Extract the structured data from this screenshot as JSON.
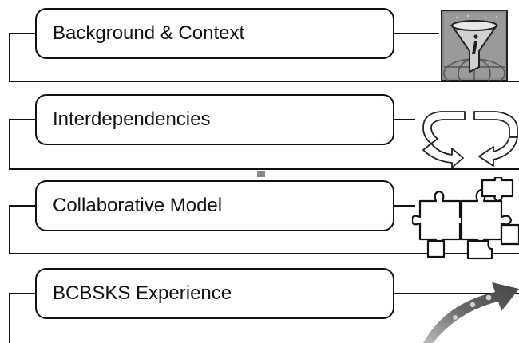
{
  "sections": [
    {
      "label": "Background & Context",
      "icon": "funnel-info-icon"
    },
    {
      "label": "Interdependencies",
      "icon": "cycle-arrows-icon"
    },
    {
      "label": "Collaborative Model",
      "icon": "puzzle-pieces-icon"
    },
    {
      "label": "BCBSKS Experience",
      "icon": "rising-arrow-icon"
    }
  ],
  "colors": {
    "line": "#111111",
    "icon_dark": "#333333",
    "icon_mid": "#777777",
    "icon_light": "#bbbbbb"
  }
}
